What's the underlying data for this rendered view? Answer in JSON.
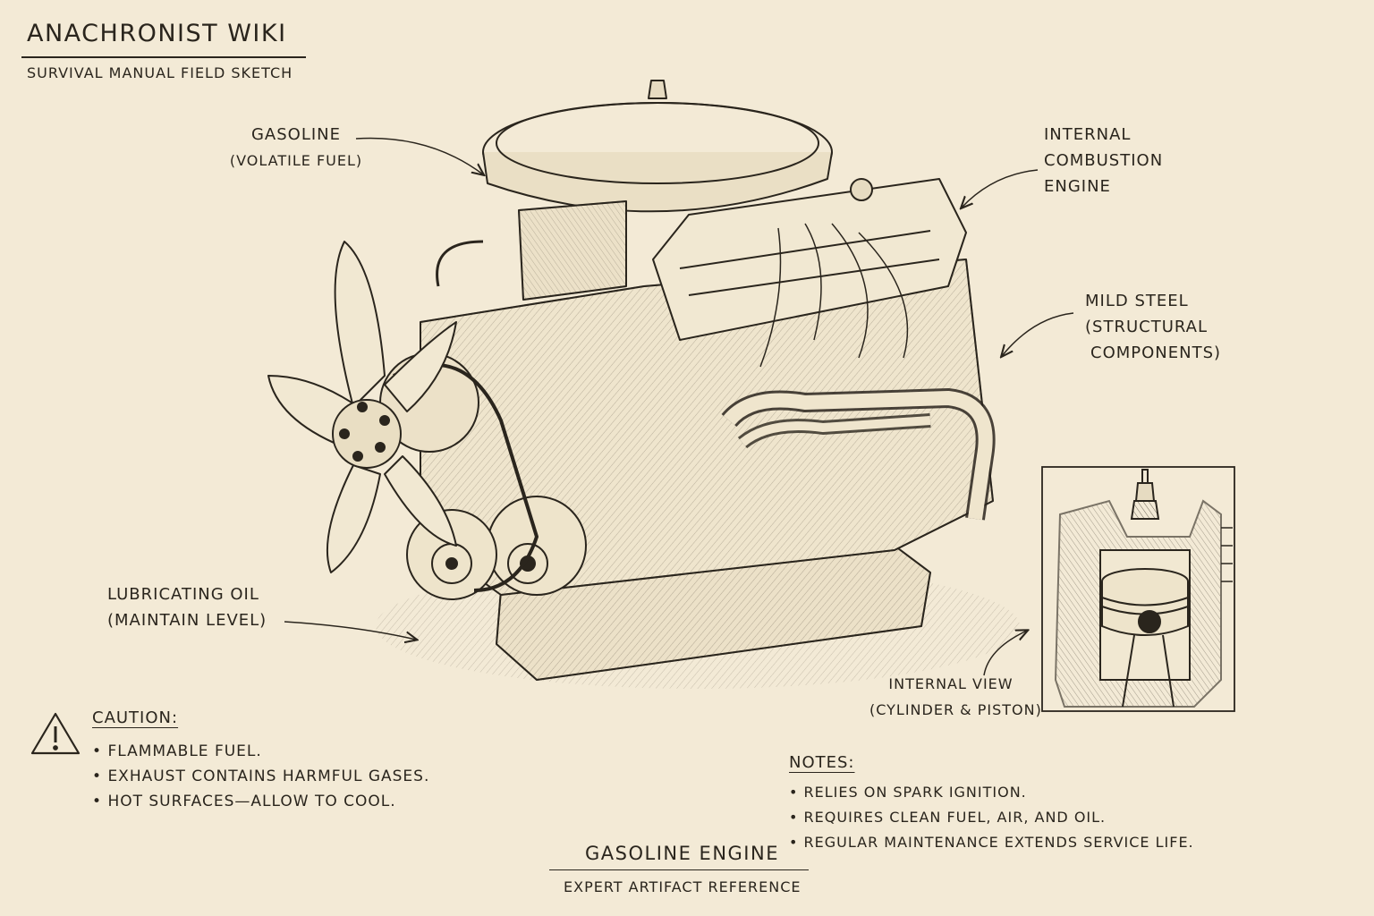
{
  "header": {
    "title": "ANACHRONIST WIKI",
    "subtitle": "SURVIVAL MANUAL FIELD SKETCH"
  },
  "labels": {
    "gasoline": [
      "GASOLINE",
      "(VOLATILE FUEL)"
    ],
    "engine": [
      "INTERNAL",
      "COMBUSTION",
      "ENGINE"
    ],
    "steel": [
      "MILD STEEL",
      "(STRUCTURAL",
      "COMPONENTS)"
    ],
    "oil": [
      "LUBRICATING OIL",
      "(MAINTAIN LEVEL)"
    ],
    "internal_view": [
      "INTERNAL VIEW",
      "(CYLINDER & PISTON)"
    ]
  },
  "caution": {
    "heading": "CAUTION:",
    "icon": "warning-triangle-icon",
    "items": [
      "FLAMMABLE FUEL.",
      "EXHAUST CONTAINS HARMFUL GASES.",
      "HOT SURFACES—ALLOW TO COOL."
    ]
  },
  "notes": {
    "heading": "NOTES:",
    "items": [
      "RELIES ON SPARK IGNITION.",
      "REQUIRES CLEAN FUEL, AIR, AND OIL.",
      "REGULAR MAINTENANCE EXTENDS SERVICE LIFE."
    ]
  },
  "footer": {
    "title": "GASOLINE ENGINE",
    "subtitle": "EXPERT ARTIFACT REFERENCE"
  },
  "colors": {
    "paper": "#f3ead6",
    "ink": "#2a251d"
  }
}
